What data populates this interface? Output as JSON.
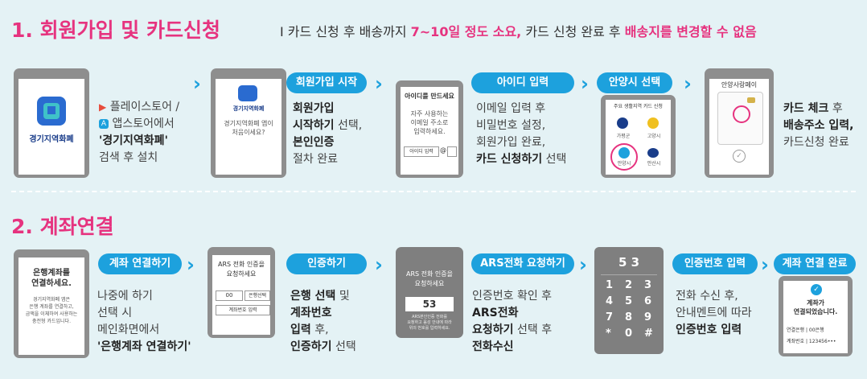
{
  "section1": {
    "title": "1. 회원가입 및 카드신청",
    "subtitle_prefix": "I 카드 신청 후 배송까지 ",
    "subtitle_hl1": "7~10일 정도 소요,",
    "subtitle_mid": " 카드 신청 완료 후 ",
    "subtitle_hl2": "배송지를 변경할 수 없음",
    "app_name": "경기지역화폐",
    "store_line1": "플레이스토어 /",
    "store_line2": "앱스토어에서",
    "store_line3": "'경기지역화폐'",
    "store_line4": "검색 후 설치",
    "phone2_app": "경기지역화폐",
    "phone2_msg1": "경기지역화폐 앱이",
    "phone2_msg2": "처음이세요?",
    "step_signup": "회원가입 시작",
    "signup_l1": "회원가입",
    "signup_l2": "시작하기",
    "signup_l2b": " 선택,",
    "signup_l3": "본인인증",
    "signup_l4": "절차 완료",
    "phone3_title": "아이디를 만드세요",
    "phone3_msg1": "자주 사용하는",
    "phone3_msg2": "이메일 주소로",
    "phone3_msg3": "입력하세요.",
    "phone3_field": "아이디 입력",
    "phone3_at": "@",
    "step_id": "아이디 입력",
    "id_l1": "이메일 입력 후",
    "id_l2": "비밀번호 설정,",
    "id_l3": "회원가입 완료,",
    "id_l4": "카드 신청하기",
    "id_l4b": " 선택",
    "step_anyang": "안양시 선택",
    "phone4_header": "주요 생활지역 카드 신청",
    "phone4_c1": "가평군",
    "phone4_c2": "고양시",
    "phone4_c3": "안양시",
    "phone4_c4": "안산시",
    "phone5_title": "안양사랑페이",
    "card_l1": "카드 체크",
    "card_l1b": " 후",
    "card_l2": "배송주소 입력,",
    "card_l3": "카드신청 완료"
  },
  "section2": {
    "title": "2. 계좌연결",
    "phone1_l1": "은행계좌를",
    "phone1_l2": "연결하세요.",
    "phone1_s1": "경기지역화폐 앱은",
    "phone1_s2": "은행 계좌를 연결하고,",
    "phone1_s3": "금액을 이체하여 사용하는",
    "phone1_s4": "충전형 카드입니다.",
    "step_link": "계좌 연결하기",
    "link_l1": "나중에 하기",
    "link_l2": "선택 시",
    "link_l3": "메인화면에서",
    "link_l4": "'은행계좌 연결하기'",
    "phone2_l1": "ARS 전화 인증을",
    "phone2_l2": "요청하세요",
    "phone2_bank": "00",
    "phone2_select": "은행선택",
    "phone2_acct": "계좌번호 입력",
    "step_auth": "인증하기",
    "auth_l1": "은행 선택",
    "auth_l1b": " 및",
    "auth_l2": "계좌번호",
    "auth_l3": "입력",
    "auth_l3b": " 후,",
    "auth_l4": "인증하기",
    "auth_l4b": " 선택",
    "phone3_l1": "ARS 전화 인증을",
    "phone3_l2": "요청하세요",
    "phone3_code": "53",
    "phone3_s1": "ARS본인인증 전화를",
    "phone3_s2": "요청하고 음성 안내에 따라",
    "phone3_s3": "위의 번호를 입력하세요.",
    "step_ars": "ARS전화 요청하기",
    "ars_l1": "인증번호 확인 후",
    "ars_l2": "ARS전화",
    "ars_l3": "요청하기",
    "ars_l3b": " 선택 후",
    "ars_l4": "전화수신",
    "pad_display": "5 3",
    "keys": [
      "1",
      "2",
      "3",
      "4",
      "5",
      "6",
      "7",
      "8",
      "9",
      "*",
      "0",
      "#"
    ],
    "step_code": "인증번호 입력",
    "code_l1": "전화 수신 후,",
    "code_l2": "안내멘트에 따라",
    "code_l3": "인증번호 입력",
    "step_done": "계좌 연결 완료",
    "done_l1": "계좌가",
    "done_l2": "연결되었습니다.",
    "done_bank": "연결은행 | 00은행",
    "done_acct": "계좌번호 | 123456•••"
  },
  "colors": {
    "accent": "#e6337f",
    "blue": "#1da1dd",
    "background": "#e4f2f5"
  }
}
